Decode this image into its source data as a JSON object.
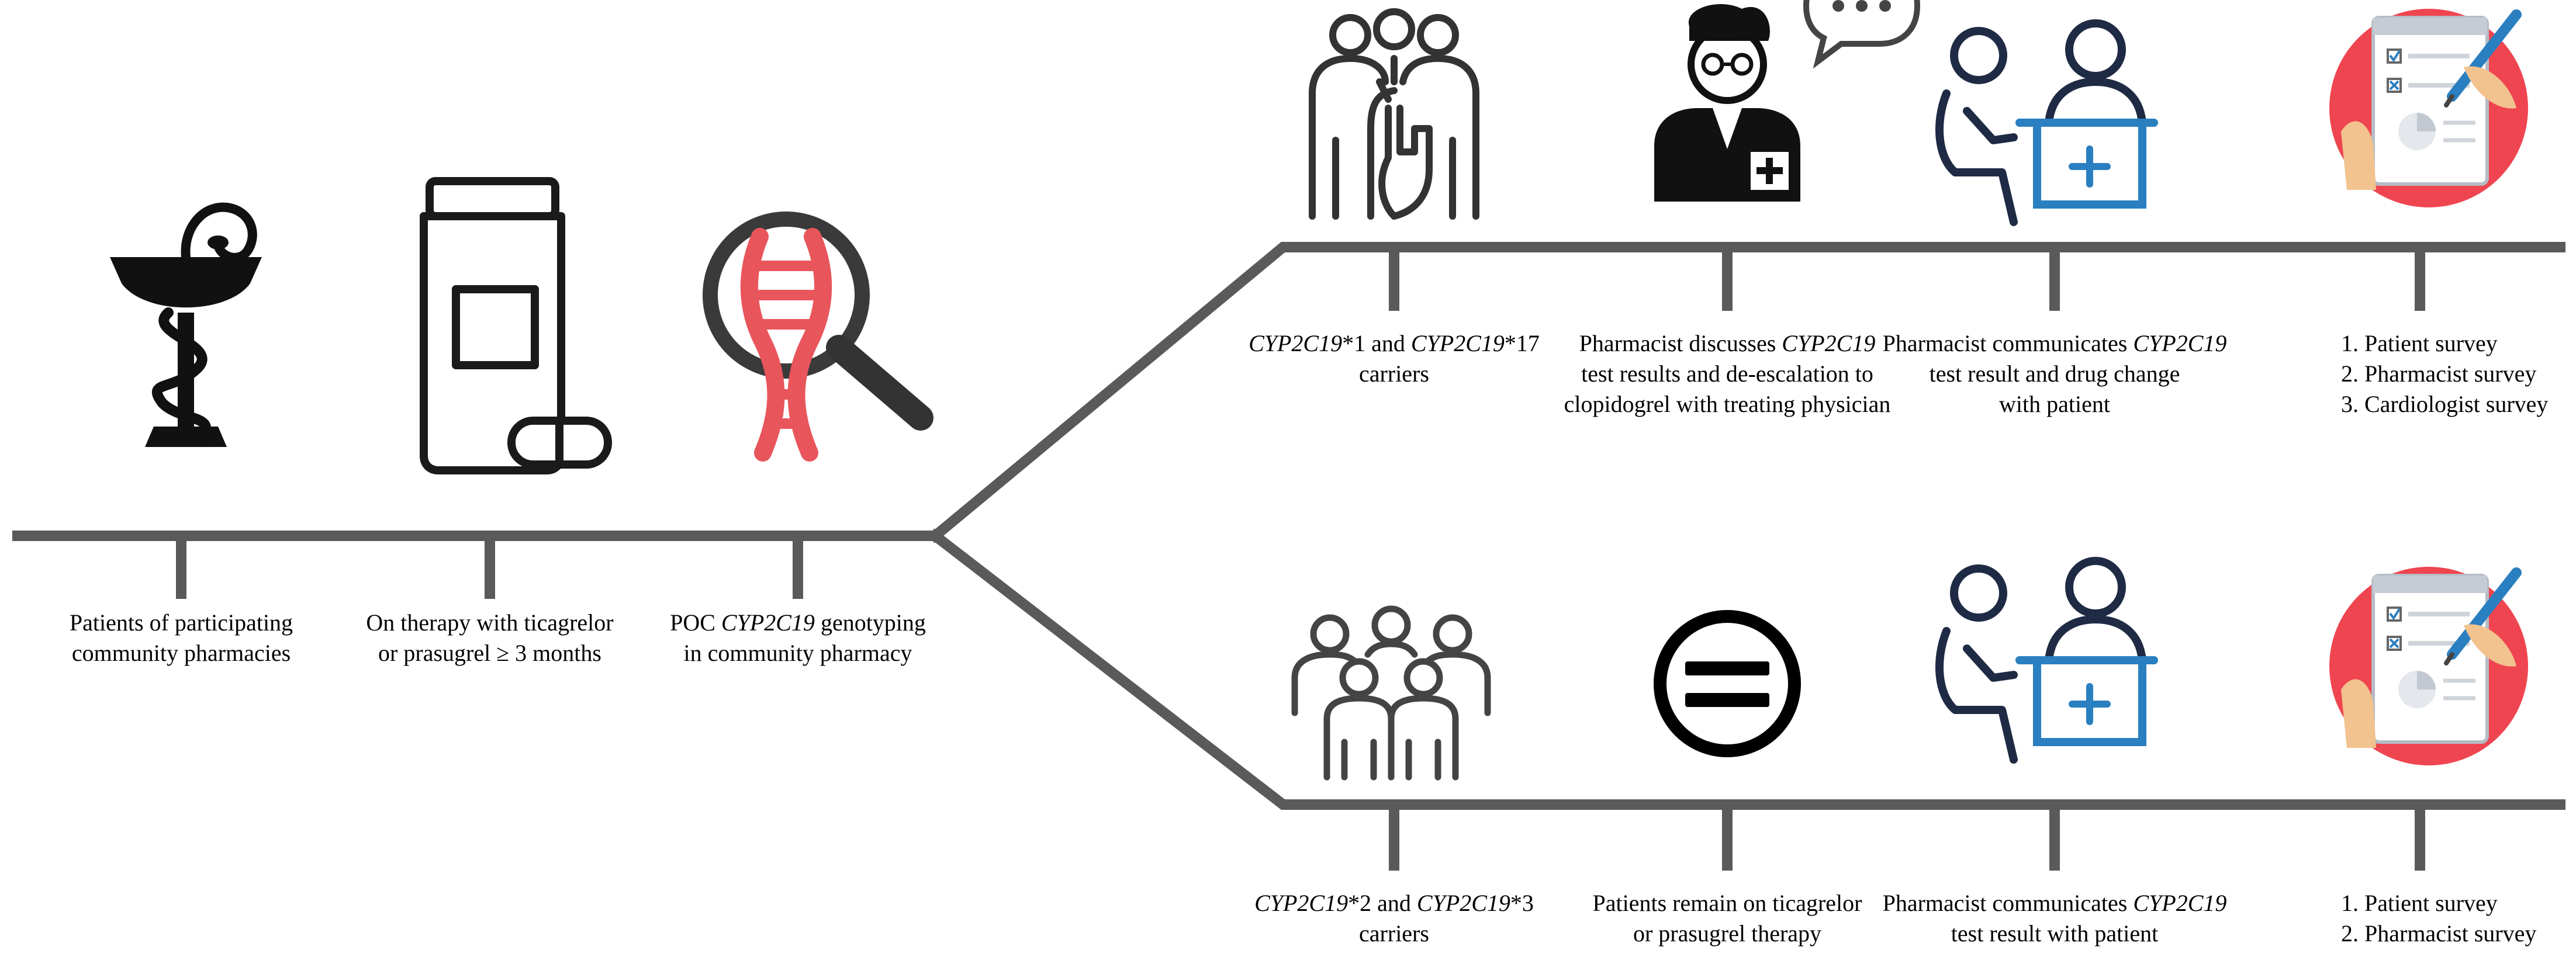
{
  "colors": {
    "timeline": "#5a5a5a",
    "icon_dark": "#1a1a1a",
    "icon_grey": "#4d4d4d",
    "dna_red": "#e8555b",
    "desk_blue": "#2a7fc0",
    "survey_red": "#ef4550"
  },
  "icons": {
    "pharmacy": "bowl-of-hygieia-icon",
    "medication": "pill-bottle-icon",
    "genotyping": "dna-magnifier-icon",
    "carriers_top": "group-raised-hand-icon",
    "physician": "doctor-speech-bubble-icon",
    "consult": "pharmacist-desk-icon",
    "survey": "survey-clipboard-icon",
    "carriers_bottom": "group-people-icon",
    "equal": "equal-sign-circle-icon"
  },
  "main": {
    "step1": [
      "Patients of participating",
      "community pharmacies"
    ],
    "step2": [
      "On therapy with ticagrelor",
      "or prasugrel ≥ 3 months"
    ],
    "step3": {
      "prefix": "POC ",
      "gene": "CYP2C19",
      "suffix": " genotyping",
      "line2": "in community pharmacy"
    }
  },
  "upper": {
    "carriers": {
      "gene_a": "CYP2C19",
      "allele_a": "*1 and ",
      "gene_b": "CYP2C19",
      "allele_b": "*17",
      "line2": "carriers"
    },
    "physician": {
      "prefix": "Pharmacist discusses ",
      "gene": "CYP2C19",
      "line2": "test results and de-escalation to",
      "line3": "clopidogrel with treating physician"
    },
    "communicate": {
      "prefix": "Pharmacist communicates ",
      "gene": "CYP2C19",
      "line2": "test result and drug change",
      "line3": "with patient"
    },
    "surveys": [
      "1. Patient survey",
      "2. Pharmacist survey",
      "3. Cardiologist survey"
    ]
  },
  "lower": {
    "carriers": {
      "gene_a": "CYP2C19",
      "allele_a": "*2 and ",
      "gene_b": "CYP2C19",
      "allele_b": "*3",
      "line2": "carriers"
    },
    "remain": [
      "Patients remain on ticagrelor",
      "or prasugrel therapy"
    ],
    "communicate": {
      "prefix": "Pharmacist communicates ",
      "gene": "CYP2C19",
      "line2": "test result with patient"
    },
    "surveys": [
      "1. Patient survey",
      "2. Pharmacist survey"
    ]
  }
}
